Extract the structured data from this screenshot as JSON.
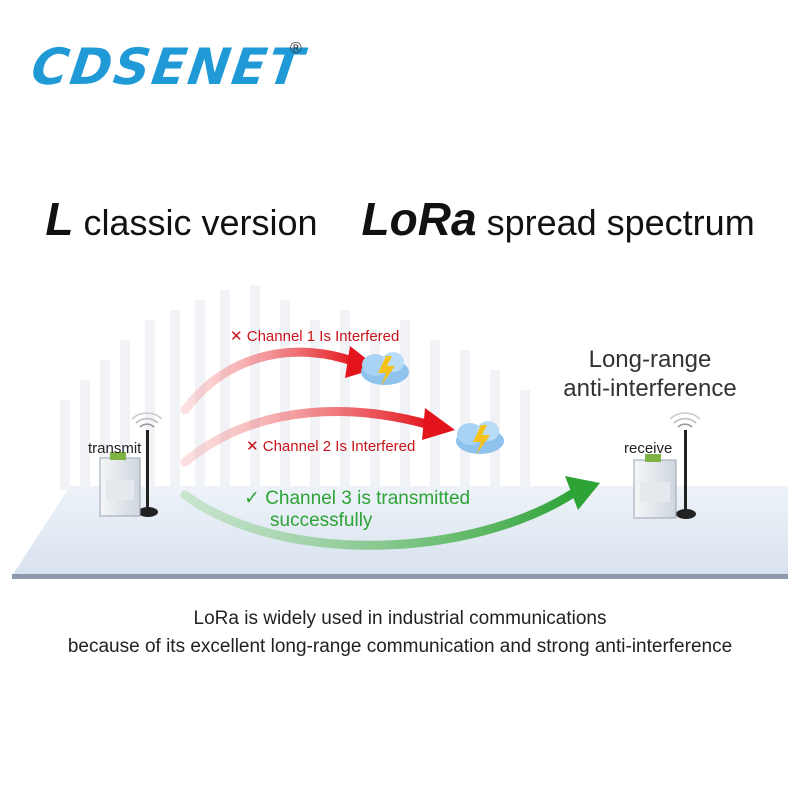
{
  "brand": {
    "name": "CDSENET",
    "reg_mark": "®"
  },
  "headline": {
    "l_letter": "L",
    "l_text": "classic version",
    "lora_word": "LoRa",
    "lora_text": "spread spectrum"
  },
  "diagram": {
    "transmit_label": "transmit",
    "receive_label": "receive",
    "long_range_line1": "Long-range",
    "long_range_line2": "anti-interference",
    "channel1": "Channel 1 Is Interfered",
    "channel2": "Channel 2 Is Interfered",
    "channel3_line1": "Channel 3 is transmitted",
    "channel3_line2": "successfully",
    "fail_mark": "✕",
    "ok_mark": "✓",
    "colors": {
      "fail": "#e3141b",
      "ok": "#2ea336",
      "floor": "#dfe7f1",
      "brand": "#1f9ad6"
    }
  },
  "footer": {
    "line1": "LoRa is widely used in industrial communications",
    "line2": "because of its excellent long-range communication and strong anti-interference"
  }
}
